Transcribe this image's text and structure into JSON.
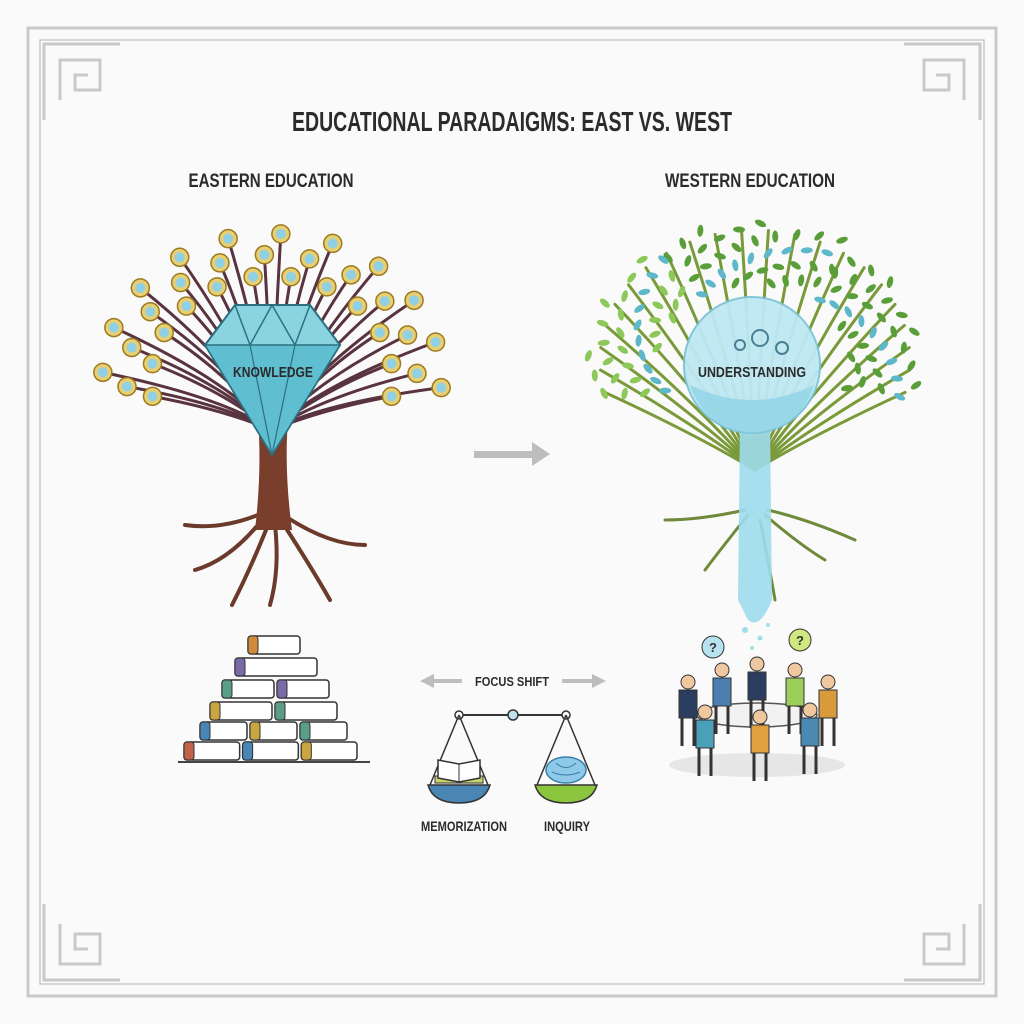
{
  "title": "EDUCATIONAL PARADAIGMS: EAST VS. WEST",
  "eastern": {
    "heading": "EASTERN EDUCATION",
    "core_label": "KNOWLEDGE"
  },
  "western": {
    "heading": "WESTERN EDUCATION",
    "core_label": "UNDERSTANDING"
  },
  "scale": {
    "focus_label": "FOCUS SHIFT",
    "left_label": "MEMORIZATION",
    "right_label": "INQUIRY"
  },
  "colors": {
    "border": "#c8c8c8",
    "bark": "#6b3a2a",
    "diamond": "#7fd0de",
    "coin": "#d9b64a",
    "leaf": "#6cb44a",
    "water": "#8fd6e8",
    "text": "#2b2b2b"
  }
}
